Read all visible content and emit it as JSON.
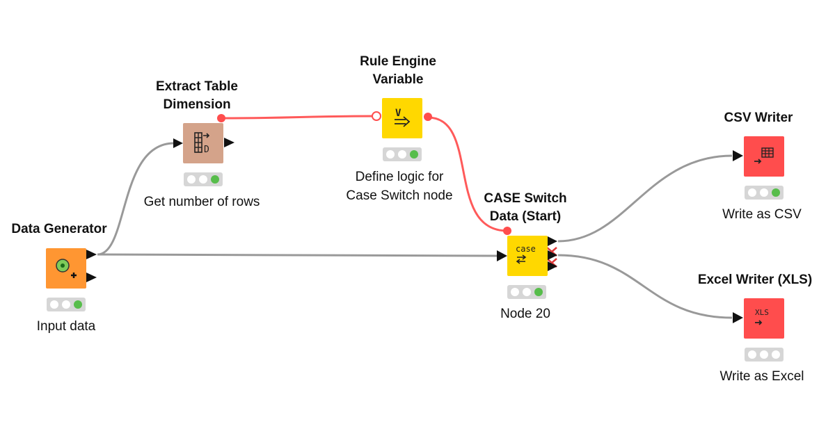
{
  "nodes": {
    "data_generator": {
      "title": "Data Generator",
      "description": "Input data",
      "color": "#ff9632",
      "status": "green"
    },
    "extract_table_dimension": {
      "title_line1": "Extract Table",
      "title_line2": "Dimension",
      "description": "Get number of rows",
      "color": "#d4a38a",
      "status": "green"
    },
    "rule_engine_variable": {
      "title_line1": "Rule Engine",
      "title_line2": "Variable",
      "description_line1": "Define logic for",
      "description_line2": "Case Switch node",
      "color": "#ffd800",
      "status": "green",
      "glyph_text": "V"
    },
    "case_switch": {
      "title_line1": "CASE Switch",
      "title_line2": "Data (Start)",
      "description": "Node 20",
      "color": "#ffd800",
      "status": "green",
      "glyph_text": "case"
    },
    "csv_writer": {
      "title": "CSV Writer",
      "description": "Write as CSV",
      "color": "#ff4d4d",
      "status": "idle"
    },
    "excel_writer": {
      "title": "Excel Writer (XLS)",
      "description": "Write as Excel",
      "color": "#ff4d4d",
      "status": "idle",
      "glyph_text": "XLS"
    }
  },
  "connections": {
    "data_color": "#999999",
    "variable_color": "#ff5a5a"
  }
}
